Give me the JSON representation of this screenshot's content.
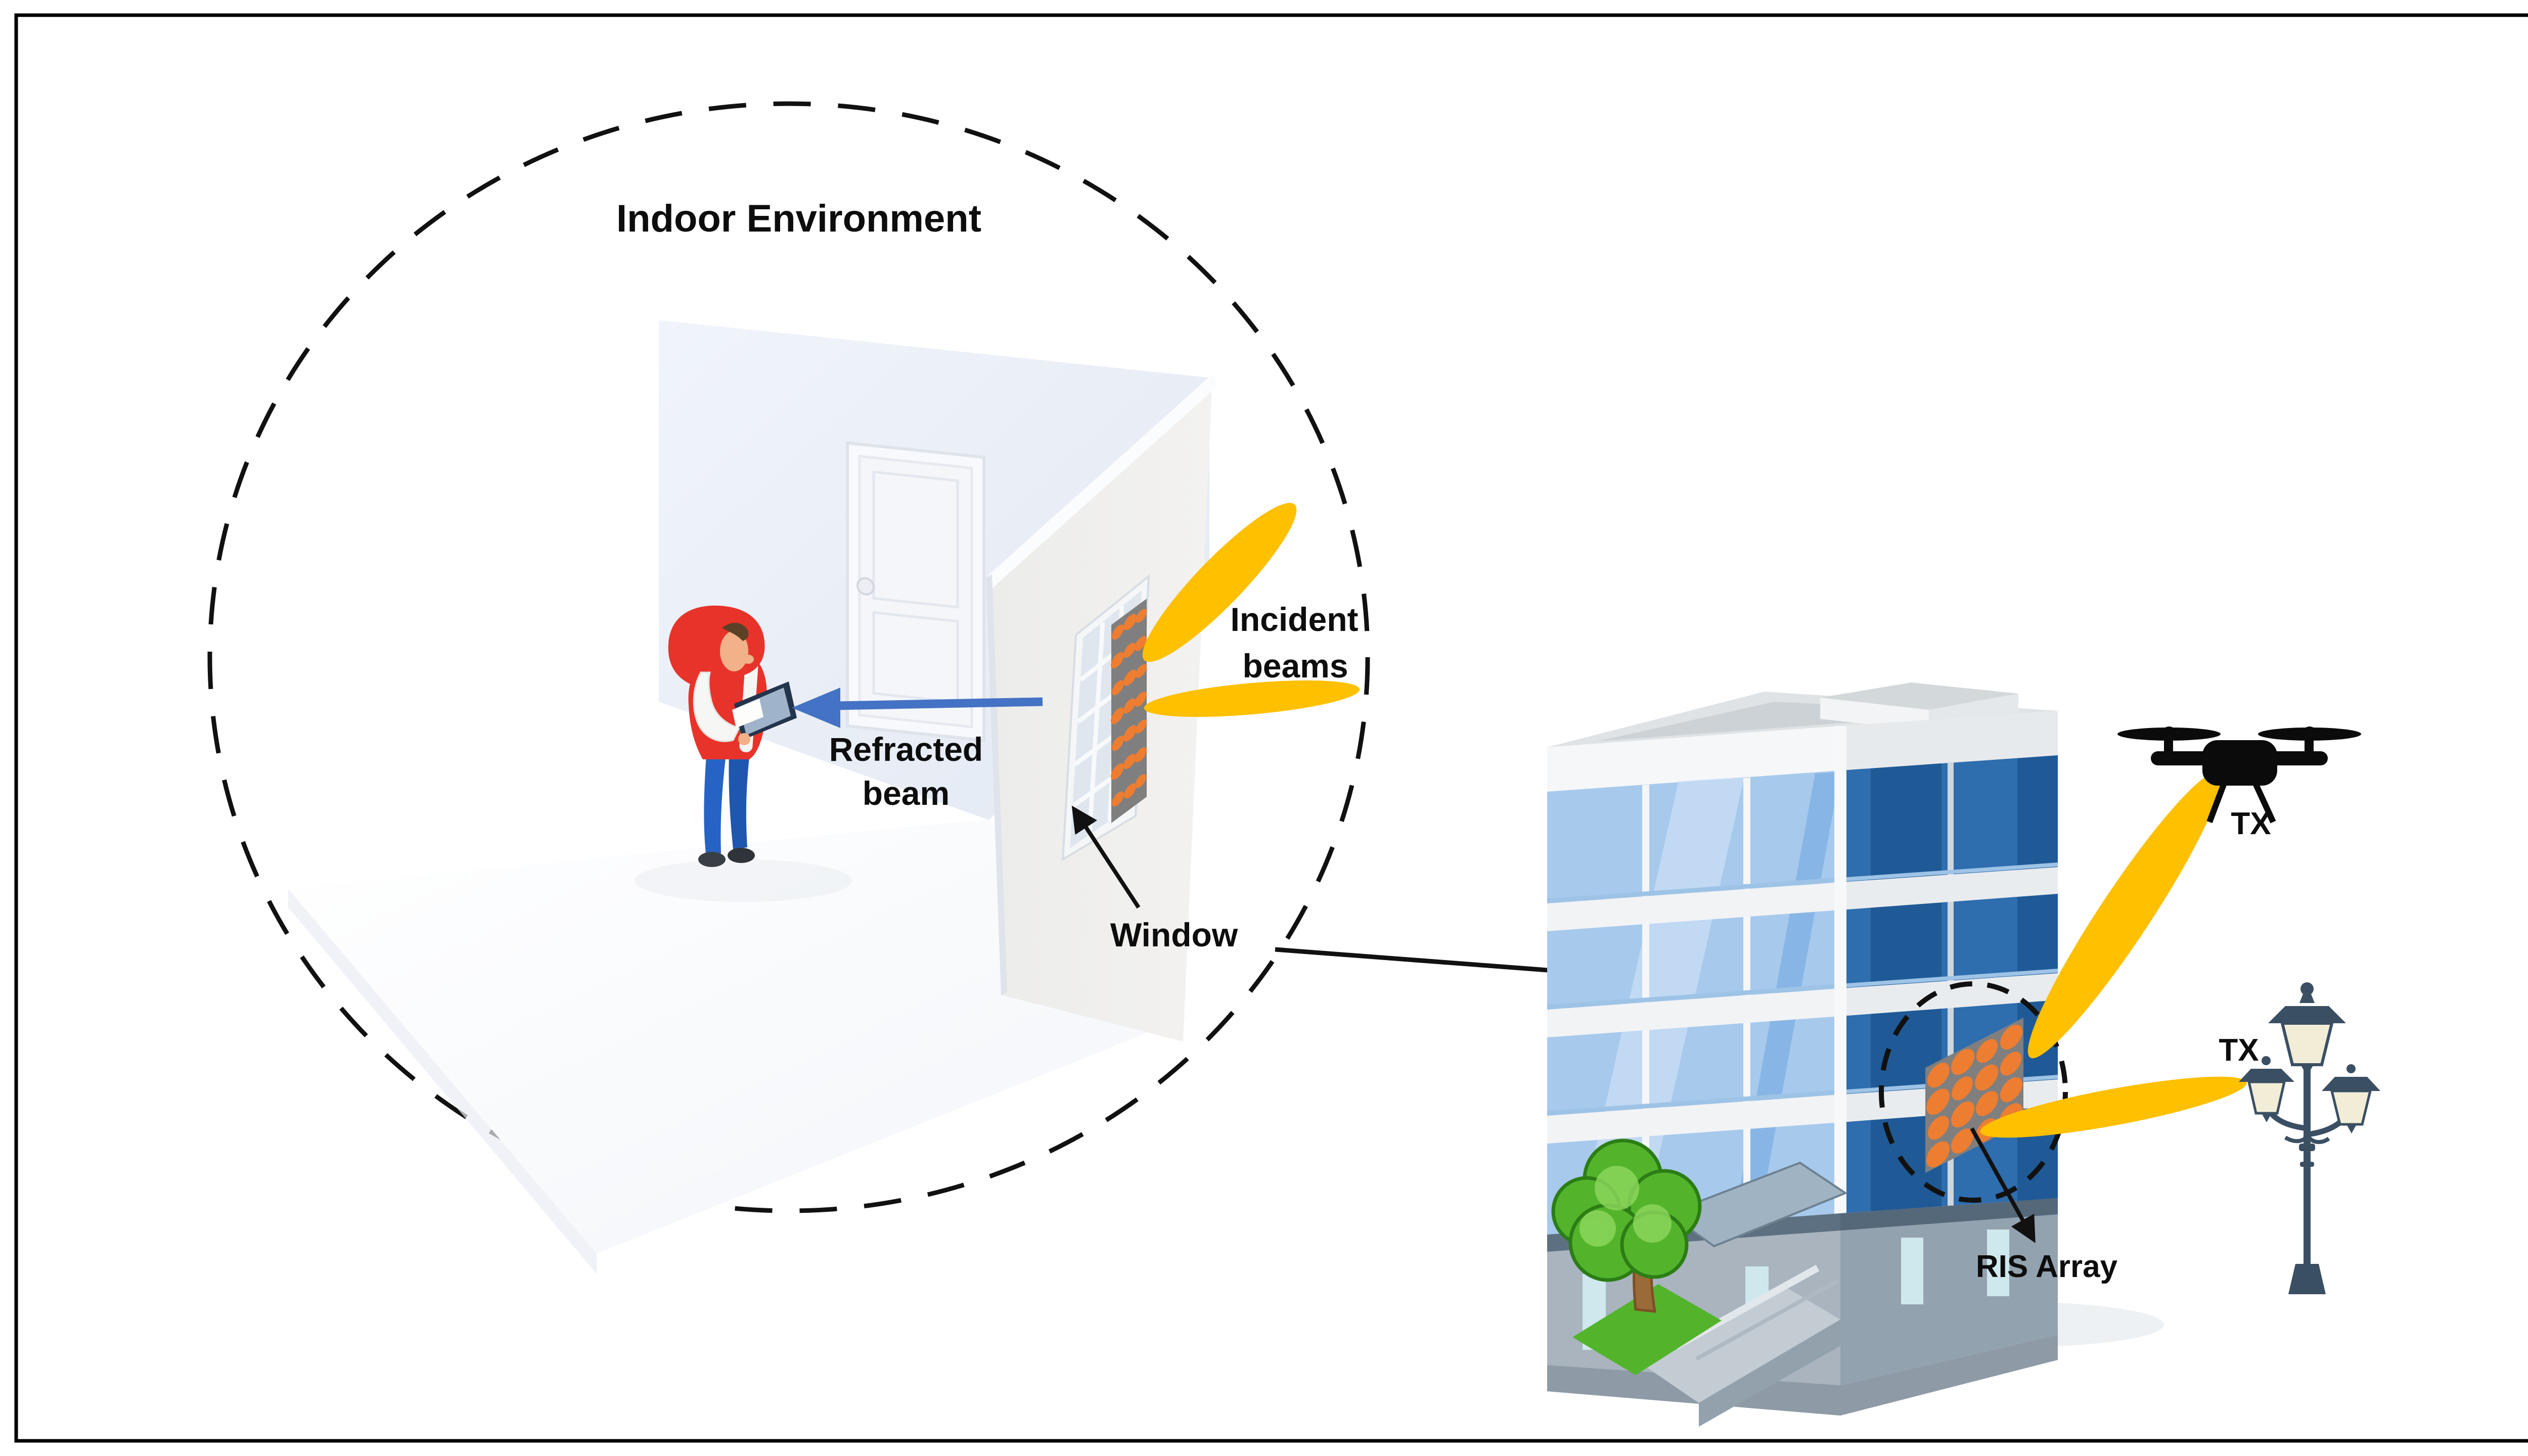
{
  "scene": {
    "indoor": {
      "title": "Indoor Environment",
      "refracted_label_line1": "Refracted",
      "refracted_label_line2": "beam",
      "incident_label_line1": "Incident",
      "incident_label_line2": "beams",
      "window_label": "Window"
    },
    "outdoor": {
      "ris_label": "RIS Array",
      "drone_tx_label": "TX",
      "lamp_tx_label": "TX"
    }
  },
  "colors": {
    "beam_yellow": "#FFC000",
    "refracted_blue": "#4472C4",
    "ris_orange": "#ED7D31",
    "ris_panel_grey": "#7F7F7F",
    "outline_black": "#111111",
    "glass_light": "#A7C9EC",
    "glass_dark": "#2E6DAE",
    "tree_green": "#53B42C",
    "lamp_slate": "#3B4F63",
    "person_red": "#E8332A",
    "person_blue": "#2663C4"
  }
}
